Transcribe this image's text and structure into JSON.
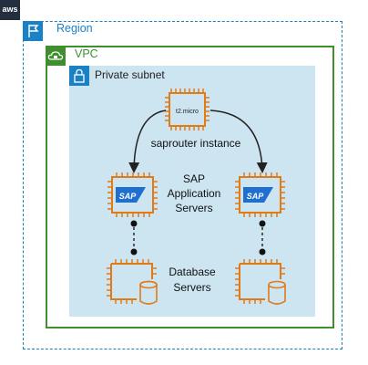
{
  "badges": {
    "aws_logo": "aws"
  },
  "region": {
    "label": "Region"
  },
  "vpc": {
    "label": "VPC"
  },
  "subnet": {
    "label": "Private subnet"
  },
  "saprouter": {
    "chip_label": "t2.micro",
    "caption": "saprouter instance"
  },
  "app_servers": {
    "caption_lines": [
      "SAP",
      "Application",
      "Servers"
    ],
    "chip_logo": "SAP"
  },
  "db_servers": {
    "caption_lines": [
      "Database",
      "Servers"
    ]
  },
  "colors": {
    "chip_orange": "#e07b19",
    "region_blue": "#1a82c4",
    "vpc_green": "#3f8f2f",
    "subnet_fill": "#cde4f1",
    "sap_blue": "#1f6fd1"
  }
}
